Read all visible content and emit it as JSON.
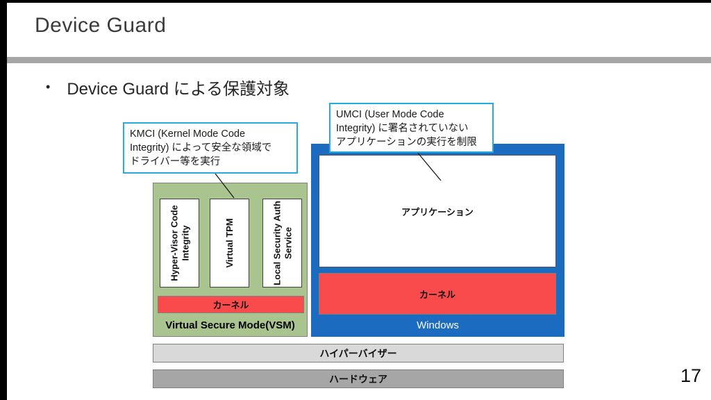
{
  "slide": {
    "title": "Device Guard",
    "bullet_marker": "•",
    "bullet_text": "Device Guard による保護対象",
    "page_number": "17"
  },
  "callouts": {
    "kmci": {
      "lines": [
        "KMCI (Kernel Mode Code",
        "Integrity) によって安全な領域で",
        "ドライバー等を実行"
      ]
    },
    "umci": {
      "lines": [
        "UMCI (User Mode Code",
        "Integrity) に署名されていない",
        "アプリケーションの実行を制限"
      ]
    }
  },
  "diagram": {
    "vsm": {
      "label": "Virtual Secure Mode(VSM)",
      "components": [
        "Hyper-Visor Code Integrity",
        "Virtual TPM",
        "Local Security Auth Service"
      ],
      "kernel_label": "カーネル"
    },
    "windows": {
      "label": "Windows",
      "application_label": "アプリケーション",
      "kernel_label": "カーネル"
    },
    "hypervisor_label": "ハイパーバイザー",
    "hardware_label": "ハードウェア"
  },
  "colors": {
    "vsm_green": "#a9c48e",
    "windows_blue": "#1b6cc0",
    "kernel_red": "#f94b4b",
    "callout_border": "#29a9e1",
    "divider_gray": "#a6a6a6",
    "hypervisor_gray": "#d9d9d9",
    "hardware_gray": "#a6a6a6"
  }
}
